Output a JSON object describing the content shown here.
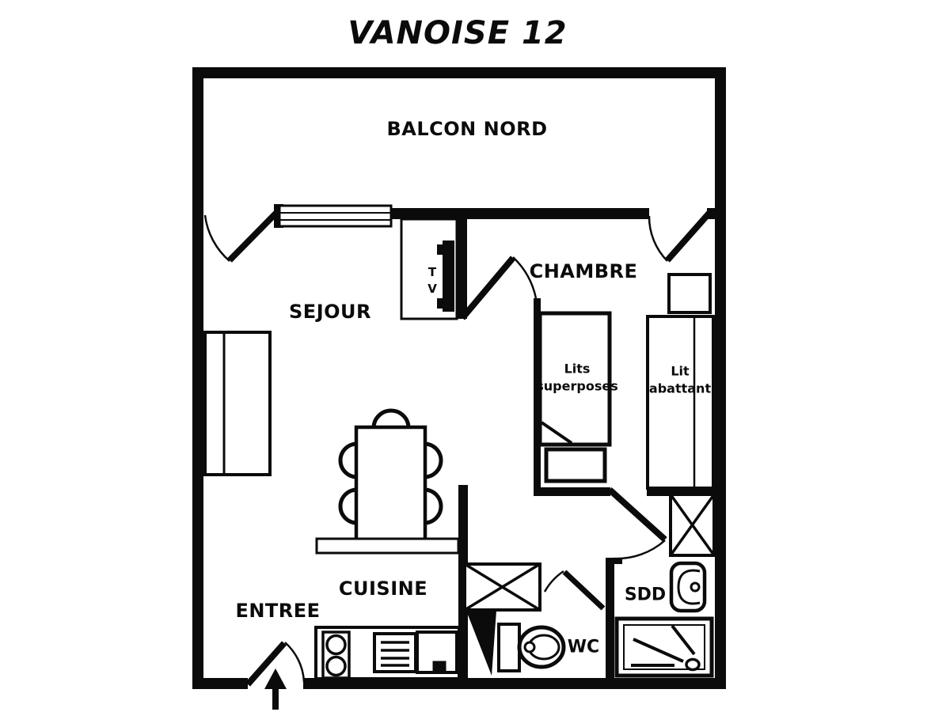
{
  "page": {
    "background": "#ffffff",
    "ink": "#0b0b0b"
  },
  "title": "VANOISE 12",
  "rooms": {
    "balcony": {
      "label": "BALCON NORD"
    },
    "living_room": {
      "label": "SEJOUR"
    },
    "bedroom": {
      "label": "CHAMBRE"
    },
    "kitchen": {
      "label": "CUISINE"
    },
    "entrance": {
      "label": "ENTREE"
    },
    "shower_room": {
      "label": "SDD"
    },
    "wc": {
      "label": "WC"
    }
  },
  "furniture_labels": {
    "tv": "T V",
    "bunk_beds": "Lits superposes",
    "fold_down_bed": "Lit abattant"
  }
}
